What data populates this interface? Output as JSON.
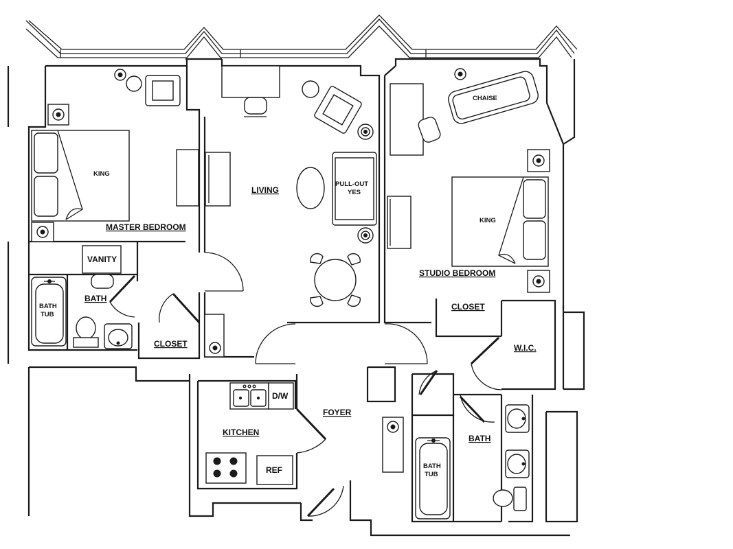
{
  "plan": {
    "rooms": {
      "master_bedroom": "MASTER BEDROOM",
      "living": "LIVING",
      "studio_bedroom": "STUDIO BEDROOM",
      "kitchen": "KITCHEN",
      "foyer": "FOYER",
      "bath_master": "BATH",
      "bath_studio": "BATH",
      "closet_master": "CLOSET",
      "closet_studio": "CLOSET",
      "wic": "W.I.C."
    },
    "fixtures": {
      "king_master": "KING",
      "king_studio": "KING",
      "chaise": "CHAISE",
      "vanity": "VANITY",
      "pullout_line1": "PULL-OUT",
      "pullout_line2": "YES",
      "bath_tub_master_1": "BATH",
      "bath_tub_master_2": "TUB",
      "bath_tub_studio_1": "BATH",
      "bath_tub_studio_2": "TUB",
      "dishwasher": "D/W",
      "refrigerator": "REF"
    }
  }
}
